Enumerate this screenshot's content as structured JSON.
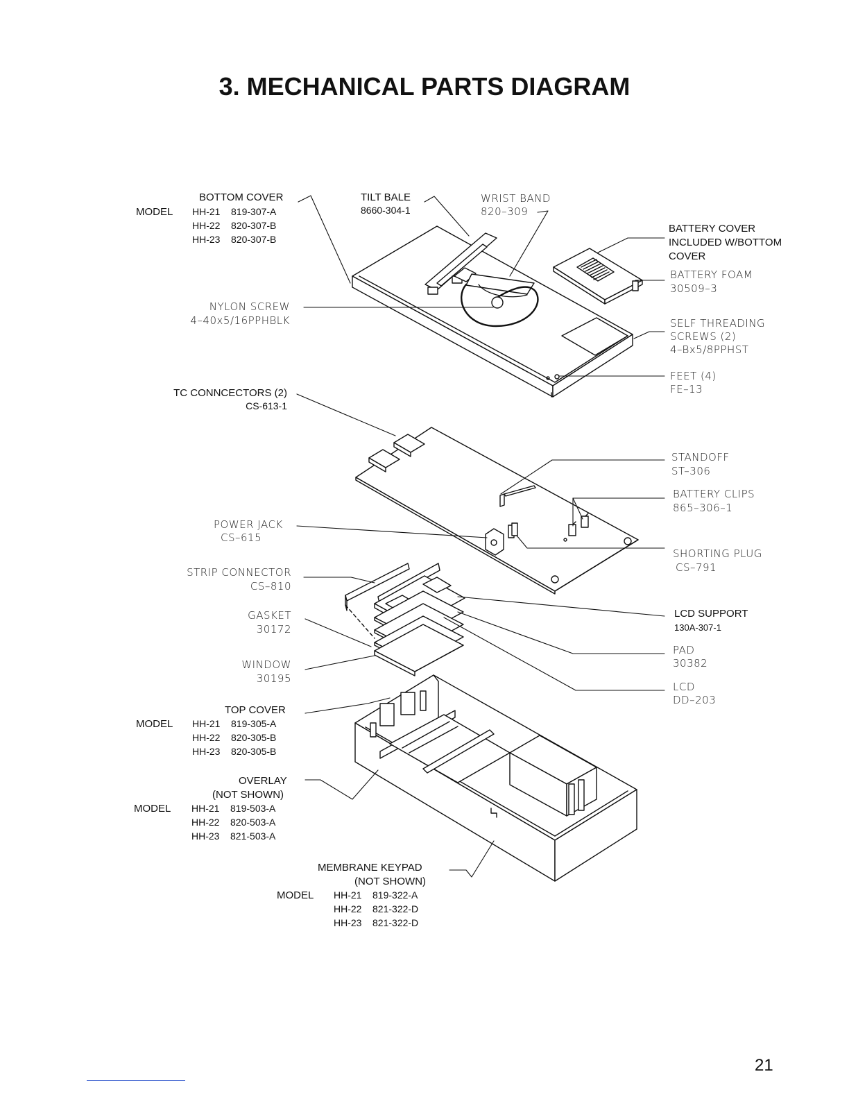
{
  "title": "3. MECHANICAL PARTS DIAGRAM",
  "page_number": "21",
  "labels": {
    "bottom_cover": {
      "name": "BOTTOM COVER",
      "model": "MODEL",
      "rows": [
        "HH-21    819-307-A",
        "HH-22    820-307-B",
        "HH-23    820-307-B"
      ]
    },
    "tilt_bale": {
      "name": "TILT BALE",
      "part": "8660-304-1"
    },
    "wrist_band": {
      "name": "WRIST BAND",
      "part": "820–309"
    },
    "battery_cover": {
      "lines": [
        "BATTERY COVER",
        "INCLUDED W/BOTTOM",
        "COVER"
      ]
    },
    "battery_foam": {
      "name": "BATTERY FOAM",
      "part": "30509–3"
    },
    "nylon_screw": {
      "name": "NYLON SCREW",
      "part": "4–40x5/16PPHBLK"
    },
    "self_threading": {
      "lines": [
        "SELF THREADING",
        "SCREWS (2)",
        "4–Bx5/8PPHST"
      ]
    },
    "feet": {
      "name": "FEET (4)",
      "part": "FE–13"
    },
    "tc_connectors": {
      "name": "TC CONNCECTORS (2)",
      "part": "CS-613-1"
    },
    "standoff": {
      "name": "STANDOFF",
      "part": "ST–306"
    },
    "battery_clips": {
      "name": "BATTERY CLIPS",
      "part": "865–306–1"
    },
    "power_jack": {
      "name": "POWER JACK",
      "part": "CS–615"
    },
    "shorting_plug": {
      "name": "SHORTING PLUG",
      "part": "CS–791"
    },
    "strip_connector": {
      "name": "STRIP CONNECTOR",
      "part": "CS–810"
    },
    "gasket": {
      "name": "GASKET",
      "part": "30172"
    },
    "lcd_support": {
      "name": "LCD SUPPORT",
      "part": "130A-307-1"
    },
    "pad": {
      "name": "PAD",
      "part": "30382"
    },
    "window": {
      "name": "WINDOW",
      "part": "30195"
    },
    "lcd": {
      "name": "LCD",
      "part": "DD–203"
    },
    "top_cover": {
      "name": "TOP COVER",
      "model": "MODEL",
      "rows": [
        "HH-21    819-305-A",
        "HH-22    820-305-B",
        "HH-23    820-305-B"
      ]
    },
    "overlay": {
      "name": "OVERLAY",
      "note": "(NOT SHOWN)",
      "model": "MODEL",
      "rows": [
        "HH-21    819-503-A",
        "HH-22    820-503-A",
        "HH-23    821-503-A"
      ]
    },
    "membrane_keypad": {
      "name": "MEMBRANE KEYPAD",
      "note": "(NOT SHOWN)",
      "model": "MODEL",
      "rows": [
        "HH-21    819-322-A",
        "HH-22    821-322-D",
        "HH-23    821-322-D"
      ]
    }
  }
}
